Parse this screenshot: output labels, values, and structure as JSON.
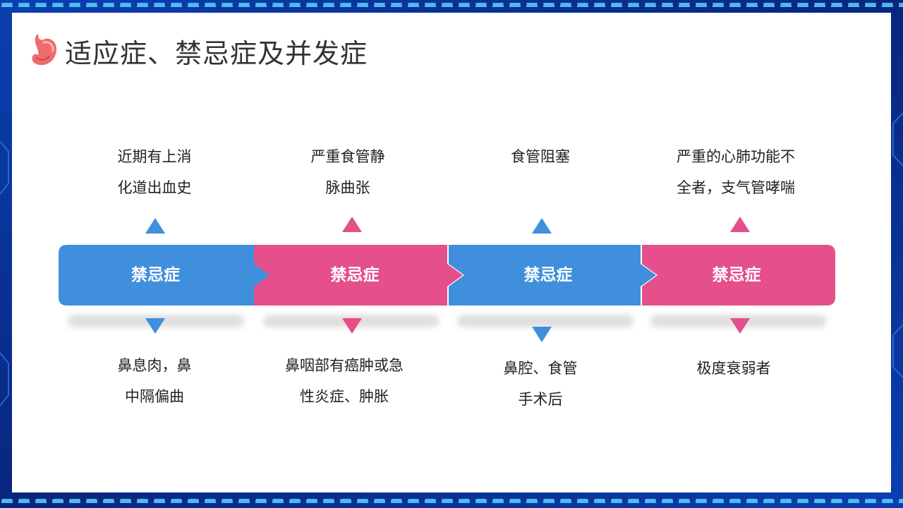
{
  "colors": {
    "blue": "#3f8fdc",
    "pink": "#e44f8c",
    "frame": "#0a2a8c"
  },
  "header": {
    "icon": "stomach-icon",
    "title": "适应症、禁忌症及并发症"
  },
  "segments": [
    {
      "label": "禁忌症",
      "color": "blue",
      "top_lines": [
        "近期有上消",
        "化道出血史"
      ],
      "bottom_lines": [
        "鼻息肉，鼻",
        "中隔偏曲"
      ]
    },
    {
      "label": "禁忌症",
      "color": "pink",
      "top_lines": [
        "严重食管静",
        "脉曲张"
      ],
      "bottom_lines": [
        "鼻咽部有癌肿或急",
        "性炎症、肿胀"
      ]
    },
    {
      "label": "禁忌症",
      "color": "blue",
      "top_lines": [
        "食管阻塞"
      ],
      "bottom_lines": [
        "鼻腔、食管",
        "手术后"
      ]
    },
    {
      "label": "禁忌症",
      "color": "pink",
      "top_lines": [
        "严重的心肺功能不",
        "全者，支气管哮喘"
      ],
      "bottom_lines": [
        "极度衰弱者"
      ]
    }
  ]
}
